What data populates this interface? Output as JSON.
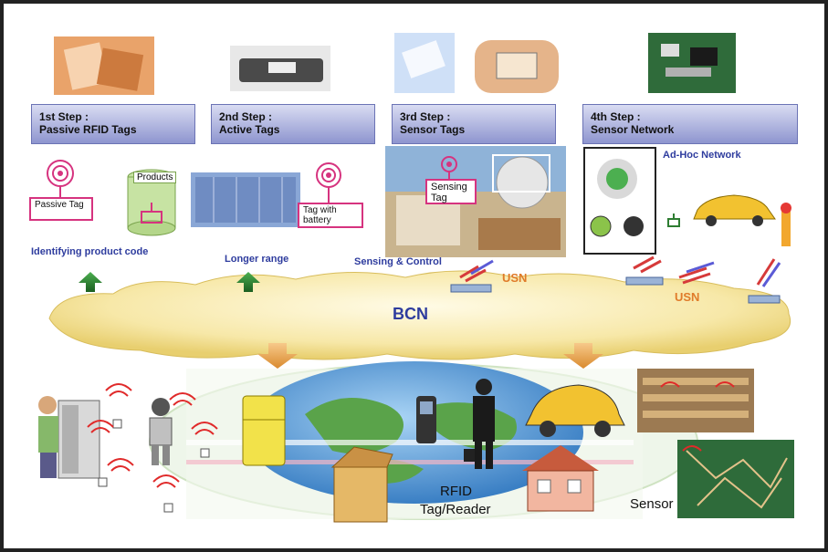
{
  "steps": [
    {
      "title": "1st Step :",
      "subtitle": "Passive RFID Tags"
    },
    {
      "title": "2nd Step :",
      "subtitle": "Active Tags"
    },
    {
      "title": "3rd Step :",
      "subtitle": "Sensor Tags"
    },
    {
      "title": "4th Step :",
      "subtitle": "Sensor Network"
    }
  ],
  "labels": {
    "passive_tag": "Passive Tag",
    "products": "Products",
    "tag_with_battery": "Tag with battery",
    "sensing_tag": "Sensing Tag",
    "adhoc_network": "Ad-Hoc Network",
    "identifying": "Identifying product code",
    "longer_range": "Longer range",
    "sensing_control": "Sensing & Control",
    "usn_1": "USN",
    "usn_2": "USN",
    "bcn": "BCN",
    "rfid": "RFID",
    "tag_reader": "Tag/Reader",
    "sensor": "Sensor"
  },
  "colors": {
    "step_header": "#8e95cf",
    "cloud": "#f5e6a6",
    "arrow_green": "#2e7d32",
    "arrow_orange": "#e8a040",
    "label_blue": "#2e3c9e",
    "tag_pink": "#d6337f",
    "usn_orange": "#e07b2a"
  }
}
